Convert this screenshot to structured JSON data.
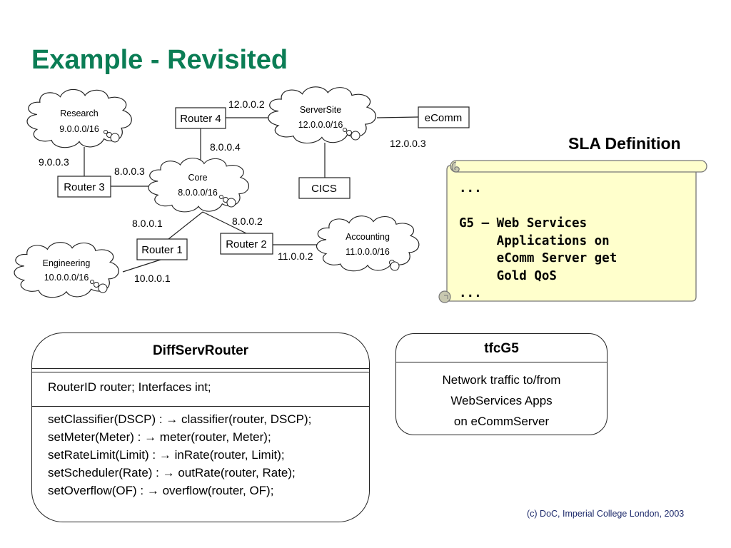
{
  "slide": {
    "title": "Example - Revisited",
    "footer": "(c) DoC, Imperial College London, 2003"
  },
  "network": {
    "clouds": [
      {
        "name": "Research",
        "subnet": "9.0.0.0/16"
      },
      {
        "name": "ServerSite",
        "subnet": "12.0.0.0/16"
      },
      {
        "name": "Core",
        "subnet": "8.0.0.0/16"
      },
      {
        "name": "Accounting",
        "subnet": "11.0.0.0/16"
      },
      {
        "name": "Engineering",
        "subnet": "10.0.0.0/16"
      }
    ],
    "nodes": [
      {
        "label": "Router 4"
      },
      {
        "label": "eComm"
      },
      {
        "label": "CICS"
      },
      {
        "label": "Router 3"
      },
      {
        "label": "Router 1"
      },
      {
        "label": "Router 2"
      }
    ],
    "addresses": [
      {
        "ip": "12.0.0.2"
      },
      {
        "ip": "12.0.0.3"
      },
      {
        "ip": "8.0.0.4"
      },
      {
        "ip": "9.0.0.3"
      },
      {
        "ip": "8.0.0.3"
      },
      {
        "ip": "8.0.0.1"
      },
      {
        "ip": "8.0.0.2"
      },
      {
        "ip": "11.0.0.2"
      },
      {
        "ip": "10.0.0.1"
      }
    ]
  },
  "sla": {
    "title": "SLA Definition",
    "text": "...\n\nG5 – Web Services\n     Applications on\n     eComm Server get\n     Gold QoS\n...",
    "colors": {
      "fill": "#ffffcc",
      "curl": "#c8c8b0"
    }
  },
  "diffserv_router": {
    "name": "DiffServRouter",
    "attributes": "RouterID router; Interfaces int;",
    "operations": [
      "setClassifier(DSCP) : → classifier(router, DSCP);",
      "setMeter(Meter) : → meter(router, Meter);",
      "setRateLimit(Limit) : → inRate(router, Limit);",
      "setScheduler(Rate) : → outRate(router, Rate);",
      "setOverflow(OF) : → overflow(router, OF);"
    ]
  },
  "tfc_g5": {
    "name": "tfcG5",
    "description": [
      "Network traffic to/from",
      "WebServices Apps",
      "on eCommServer"
    ]
  },
  "colors": {
    "title": "#0b7d55",
    "footer": "#1d2a6b"
  }
}
